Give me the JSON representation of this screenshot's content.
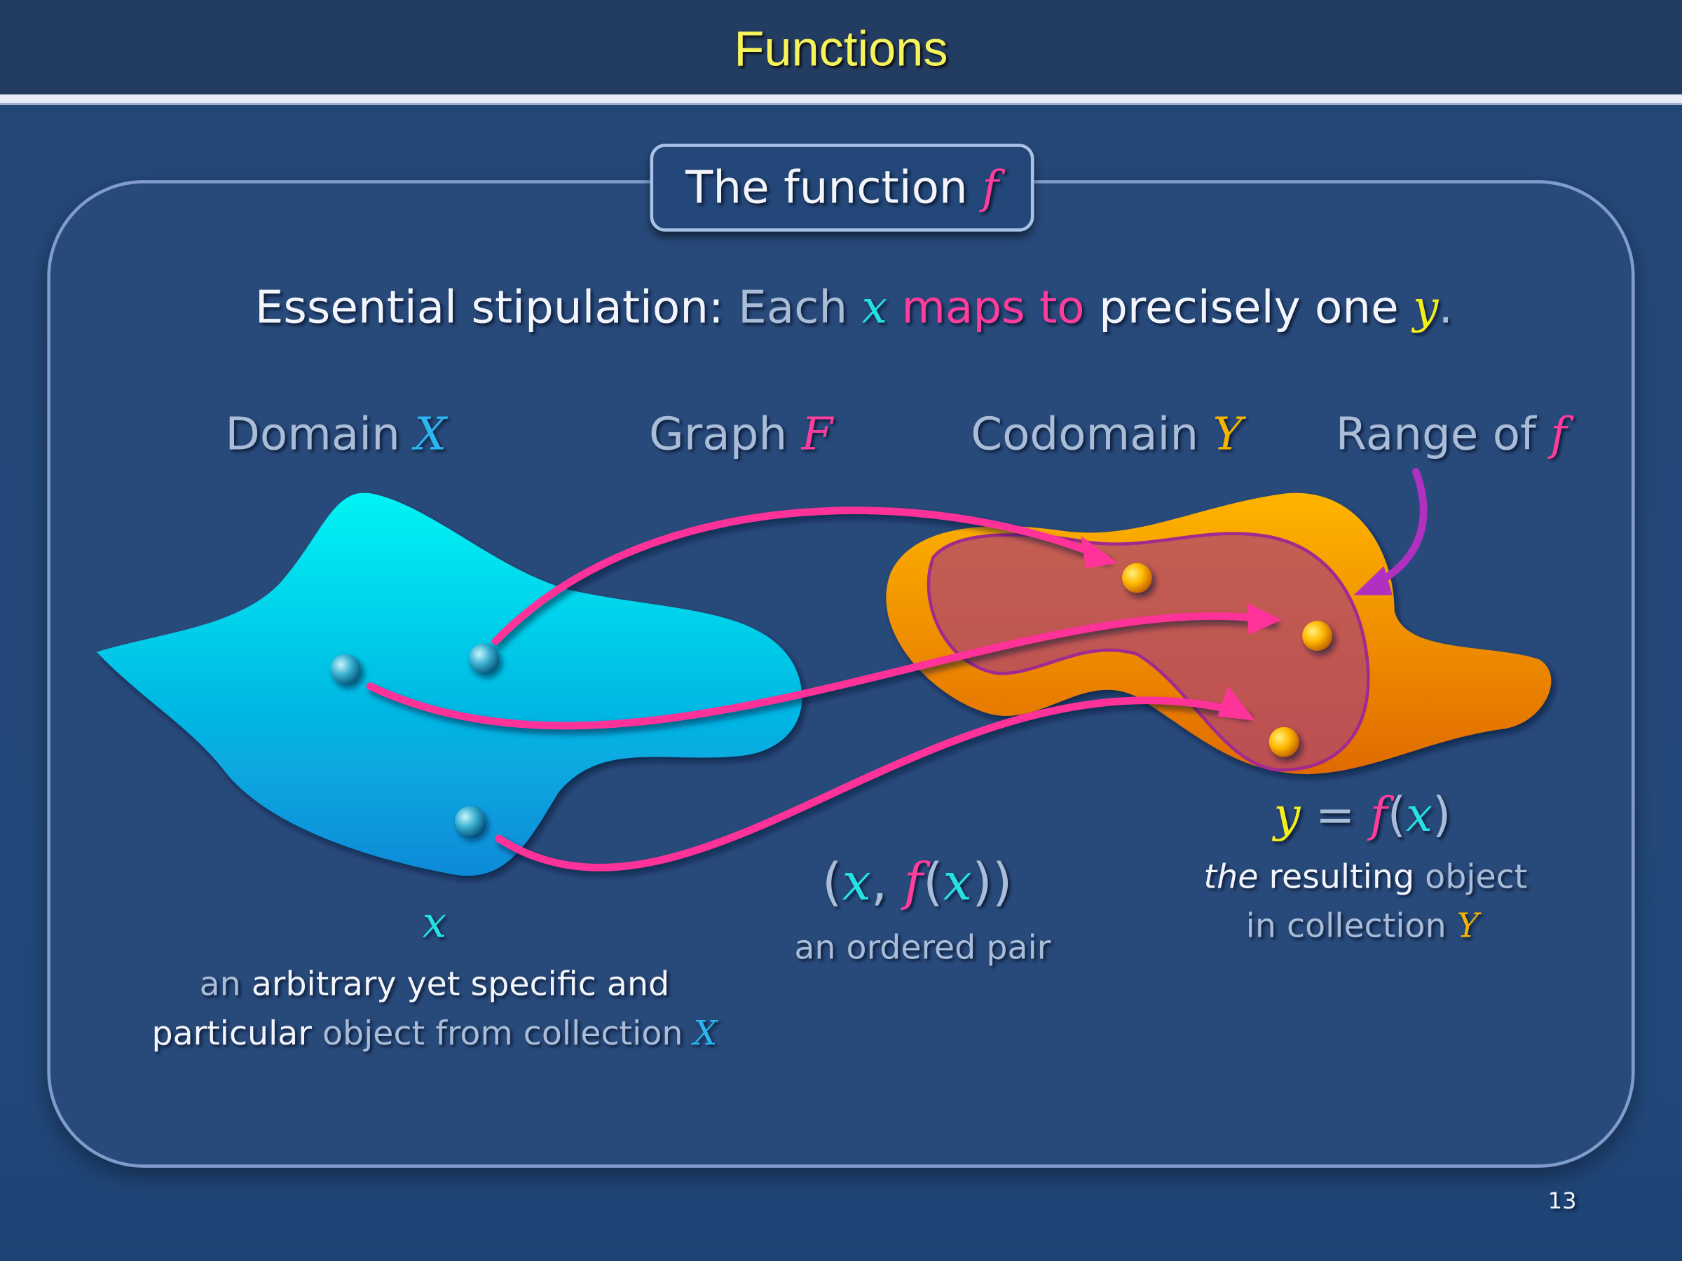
{
  "slide": {
    "title": "Functions",
    "box_label": {
      "text": "The function",
      "symbol": "f"
    },
    "stipulation": {
      "lead": "Essential stipulation:",
      "each": "Each",
      "x": "x",
      "maps": "maps to",
      "rest": "precisely one",
      "y": "y",
      "end": "."
    },
    "labels": {
      "domain": {
        "text": "Domain",
        "symbol": "X"
      },
      "graph": {
        "text": "Graph",
        "symbol": "F"
      },
      "codomain": {
        "text": "Codomain",
        "symbol": "Y"
      },
      "range": {
        "text": "Range of",
        "symbol": "f"
      }
    },
    "x_note": {
      "symbol": "x",
      "l1a": "an",
      "l1b": "arbitrary yet specific and",
      "l2a": "particular",
      "l2b": "object from collection",
      "l2c": "X"
    },
    "pair_note": {
      "open": "(",
      "x": "x",
      "comma": ",",
      "f": "f",
      "paren_open": "(",
      "x2": "x",
      "close": "))",
      "caption": "an ordered pair"
    },
    "y_note": {
      "y": "y",
      "eq": "=",
      "f": "f",
      "po": "(",
      "x": "x",
      "pc": ")",
      "l1a": "the",
      "l1b": "resulting",
      "l1c": "object",
      "l2a": "in collection",
      "l2b": "Y"
    },
    "page_number": "13"
  },
  "colors": {
    "domain": "#00d8ee",
    "codomain": "#f08a00",
    "range": "#b04a6a",
    "arrow": "#ff3399",
    "range_arrow": "#b030c0"
  }
}
